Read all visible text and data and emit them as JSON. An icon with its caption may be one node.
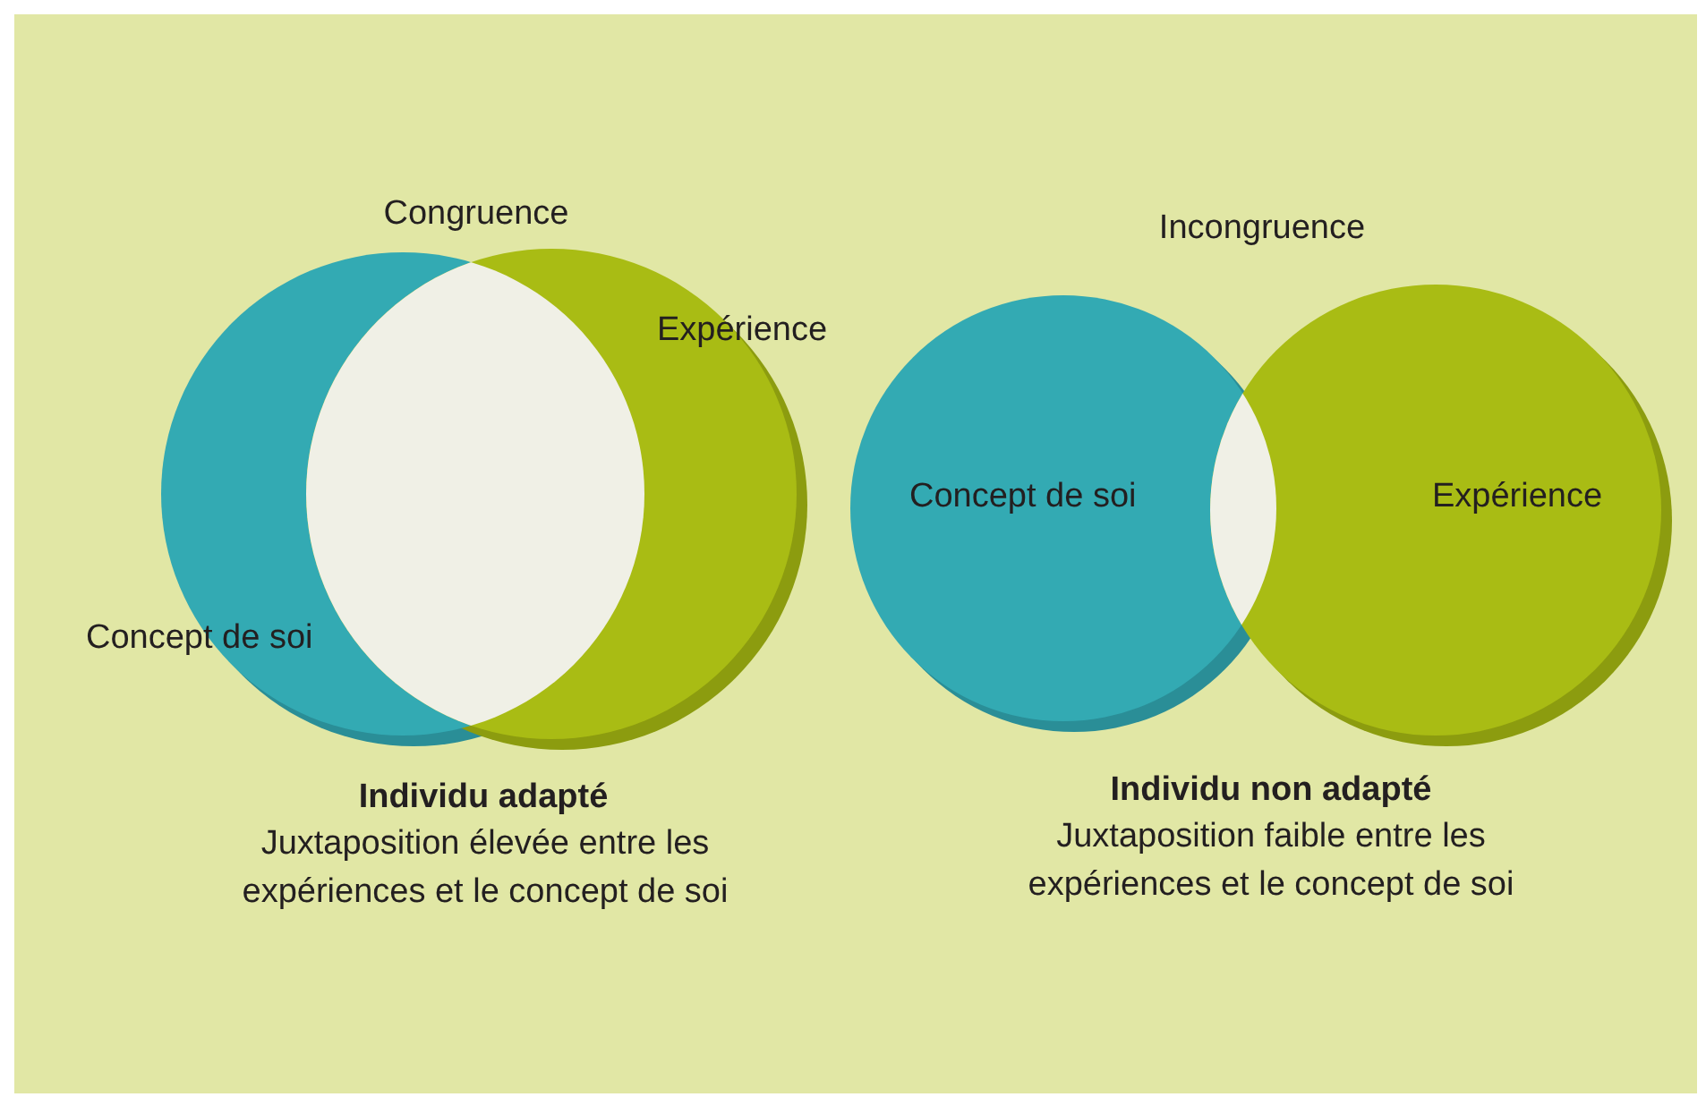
{
  "diagram": {
    "nodes": [
      {
        "text": [
          "Concept de soi"
        ]
      },
      {
        "text": [
          "Expérience"
        ]
      },
      {
        "text": [
          "Concept de soi"
        ]
      },
      {
        "text": [
          "Expérience"
        ]
      }
    ],
    "labels": [
      "Congruence",
      "Incongruence",
      "Individu adapté",
      "Juxtaposition élevée entre les expériences et le concept de soi",
      "Individu non adapté",
      "Juxtaposition faible entre les expériences et le concept de soi"
    ]
  }
}
